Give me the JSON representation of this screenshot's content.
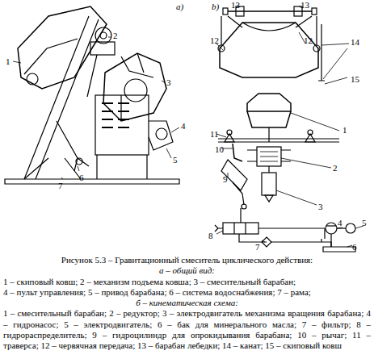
{
  "diagram": {
    "caption": "Рисунок 5.3 – Гравитационный смеситель циклического действия:",
    "labels": [
      "а)",
      "b)",
      "1",
      "2",
      "3",
      "4",
      "5",
      "6",
      "7",
      "13",
      "13",
      "12",
      "12",
      "14",
      "15",
      "1",
      "2",
      "3",
      "11",
      "10",
      "9",
      "8",
      "7",
      "4",
      "5",
      "6",
      "а – общий вид:",
      "1 – скиповый ковш; 2 – механизм подъема ковша; 3 – смесительный барабан;",
      "4 – пульт управления; 5 – привод барабана; 6 – система водоснабжения; 7 – рама;",
      "б – кинематическая схема:",
      "1 – смесительный барабан; 2 – редуктор; 3 – электродвигатель механизма вращения барабана; 4 – гидронасос; 5 – электродвигатель; 6 – бак для минерального масла; 7 – фильтр; 8 – гидрораспределитель; 9 – гидроцилиндр для опрокидывания барабана; 10 – рычаг; 11 – траверса; 12 – червячная передача; 13 – барабан лебедки; 14 – канат; 15 – скиповый ковш"
    ]
  }
}
